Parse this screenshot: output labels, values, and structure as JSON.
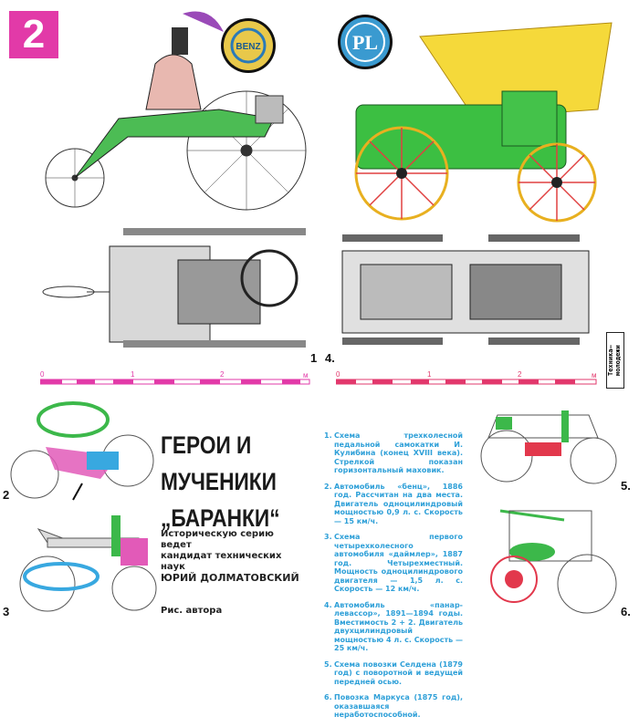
{
  "page_number": "2",
  "logos": {
    "benz": "BENZ",
    "panhard": "PL",
    "magazine": "Техника—молодежи"
  },
  "figure_labels": {
    "f1": "1",
    "f2": "2",
    "f3": "3",
    "f4": "4.",
    "f5": "5.",
    "f6": "6."
  },
  "scale_left": {
    "ticks": [
      "0",
      "1",
      "2"
    ],
    "unit": "м"
  },
  "scale_right": {
    "ticks": [
      "0",
      "1",
      "2"
    ],
    "unit": "м"
  },
  "title": {
    "line1": "ГЕРОИ И",
    "line2": "МУЧЕНИКИ",
    "line3": "„БАРАНКИ“"
  },
  "intro": {
    "line1": "Историческую серию",
    "line2": "ведет",
    "line3": "кандидат технических",
    "line4": "наук",
    "author": "ЮРИЙ ДОЛМАТОВСКИЙ"
  },
  "credit": "Рис. автора",
  "captions": [
    {
      "n": "1.",
      "text": "Схема трехколесной педальной самокатки И. Кулибина (конец XVIII века). Стрелкой показан горизонтальный маховик."
    },
    {
      "n": "2.",
      "text": "Автомобиль «бенц», 1886 год. Рассчитан на два места. Двигатель одноцилиндровый мощностью 0,9 л. с. Скорость — 15 км/ч."
    },
    {
      "n": "3.",
      "text": "Схема первого четырехколесного автомобиля «даймлер», 1887 год. Четырехместный. Мощность одноцилиндрового двигателя — 1,5 л. с. Скорость — 12 км/ч."
    },
    {
      "n": "4.",
      "text": "Автомобиль «панар-левассор», 1891—1894 годы. Вместимость 2 + 2. Двигатель двухцилиндровый мощностью 4 л. с. Скорость — 25 км/ч."
    },
    {
      "n": "5.",
      "text": "Схема повозки Селдена (1879 год) с поворотной и ведущей передней осью."
    },
    {
      "n": "6.",
      "text": "Повозка Маркуса (1875 год), оказавшаяся неработоспособной."
    }
  ],
  "colors": {
    "magenta": "#e23aa8",
    "caption_blue": "#2fa0d8",
    "green": "#3cb84a",
    "yellow": "#f2d335",
    "red": "#e2384c"
  }
}
